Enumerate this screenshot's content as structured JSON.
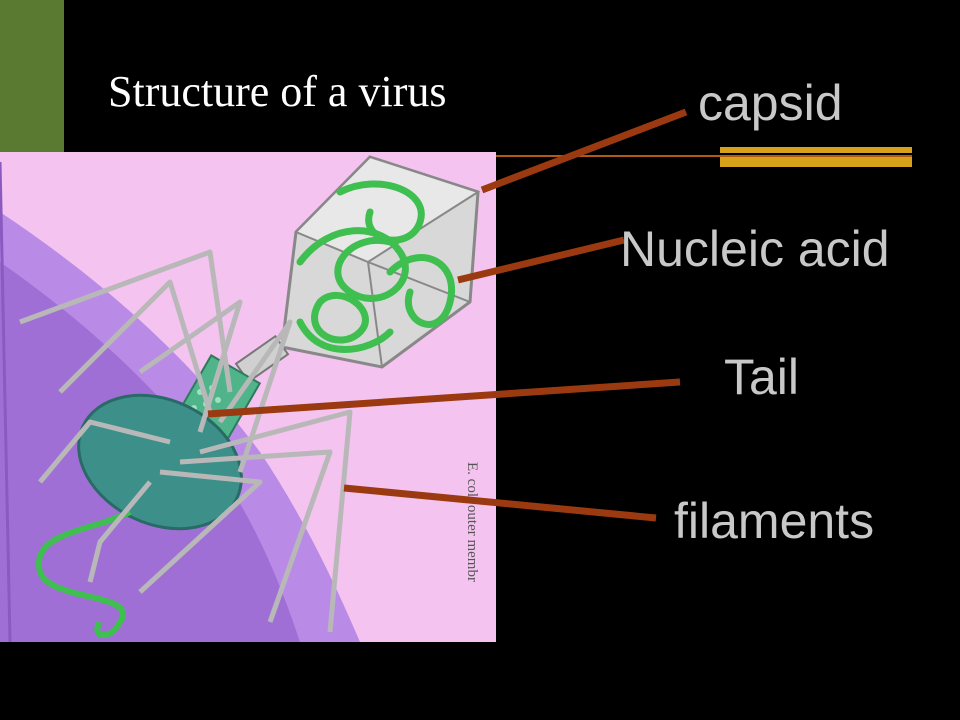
{
  "slide": {
    "title": "Structure of a virus"
  },
  "labels": {
    "capsid": "capsid",
    "nucleic_acid": "Nucleic acid",
    "tail": "Tail",
    "filaments": "filaments"
  },
  "illustration": {
    "caption": "E. coli outer membr"
  },
  "colors": {
    "background": "#000000",
    "accent_bar": "#5a7a32",
    "rule": "#b05a14",
    "rule_block": "#d7a21a",
    "leader_line": "#9b3a10",
    "label_text": "#c8c8c8",
    "title_text": "#ffffff",
    "illustration_bg": "#f4c3f0",
    "membrane": "#b98be6",
    "nucleic_acid": "#3fbf4f"
  }
}
